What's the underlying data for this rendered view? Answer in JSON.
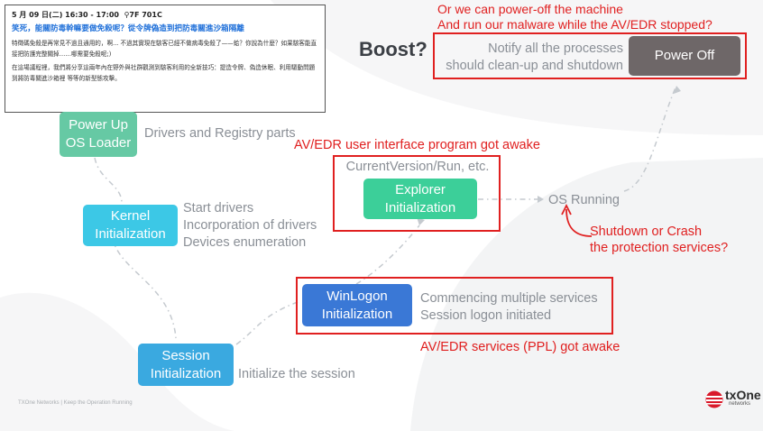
{
  "colors": {
    "red": "#e02020",
    "gray_text": "#8a8f96",
    "power_up": "#66c9a4",
    "kernel": "#3cc8e6",
    "session": "#3aa9e0",
    "winlogon": "#3a78d6",
    "explorer": "#3ccf99",
    "power_off": "#6e6768"
  },
  "card": {
    "datetime": "5 月 09 日(二) 16:30 - 17:00",
    "room": "7F 701C",
    "title": "笑死，能關防毒幹嘛要做免殺呢？從令牌偽造到把防毒關進沙箱隔離",
    "para1": "特徵碼免殺是再常見不過且通用的，啊... 不過其實現在駭客已經不做病毒免殺了——蛤？你說為什麼？如果駭客能直接把防護完整關掉……哪需要免殺呢;)",
    "para2": "在這場議程裡，我們將分享這兩年內在野外與社群觀測到駭客利用的全新技巧：提造令牌、偽造休眠、利用驅動問題到將防毒關進沙箱裡 等等的新型態攻擊。"
  },
  "boost": "Boost?",
  "notify": [
    "Notify all the processes",
    "should clean-up and shutdown"
  ],
  "power_off": "Power Off",
  "top_red": [
    "Or we can power-off the machine",
    "And run our malware while the AV/EDR stopped?"
  ],
  "power_up": [
    "Power Up",
    "OS Loader"
  ],
  "power_up_desc": "Drivers and Registry parts",
  "ui_red": "AV/EDR user interface program got awake",
  "explorer_note": "CurrentVersion/Run, etc.",
  "explorer": [
    "Explorer",
    "Initialization"
  ],
  "os_running": "OS Running",
  "kernel": [
    "Kernel",
    "Initialization"
  ],
  "kernel_desc": [
    "Start drivers",
    "Incorporation of drivers",
    "Devices enumeration"
  ],
  "shutdown_red": [
    "Shutdown or Crash",
    "the protection services?"
  ],
  "winlogon": [
    "WinLogon",
    "Initialization"
  ],
  "winlogon_desc": [
    "Commencing multiple services",
    "Session logon initiated"
  ],
  "ppl_red": "AV/EDR services (PPL) got awake",
  "session": [
    "Session",
    "Initialization"
  ],
  "session_desc": "Initialize the session",
  "footer": "TXOne Networks  |  Keep the Operation Running",
  "logo": {
    "name": "txOne",
    "sub": "networks"
  }
}
